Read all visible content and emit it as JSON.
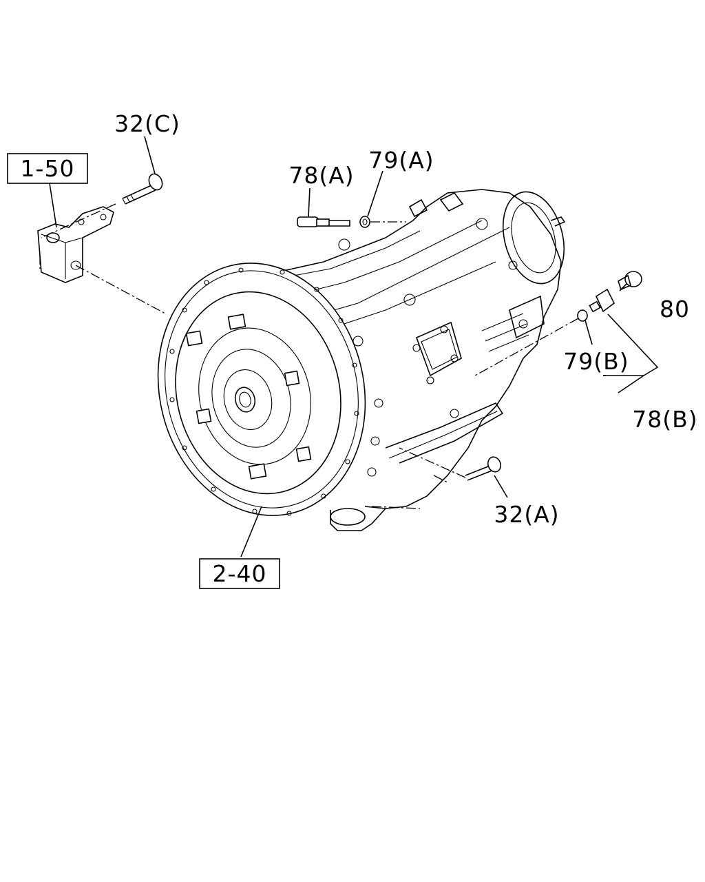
{
  "callouts": {
    "ref_1_50": "1-50",
    "ref_2_40": "2-40",
    "bolt_32c": "32(C)",
    "bolt_32a": "32(A)",
    "sensor_78a": "78(A)",
    "sensor_78b": "78(B)",
    "oring_79a": "79(A)",
    "oring_79b": "79(B)",
    "bolt_80": "80"
  }
}
